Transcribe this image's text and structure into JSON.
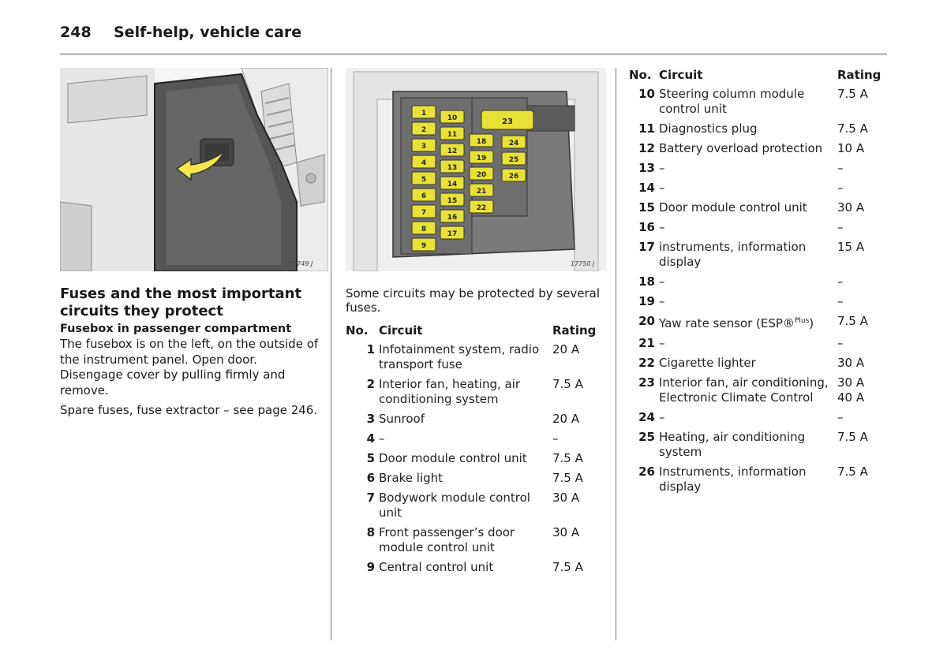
{
  "header": {
    "page_number": "248",
    "title": "Self-help, vehicle care"
  },
  "figures": {
    "fig1_code": "17749 J",
    "fig2_code": "17750 J",
    "fuse_labels": [
      "1",
      "2",
      "3",
      "4",
      "5",
      "6",
      "7",
      "8",
      "9",
      "10",
      "11",
      "12",
      "13",
      "14",
      "15",
      "16",
      "17",
      "18",
      "19",
      "20",
      "21",
      "22",
      "23",
      "24",
      "25",
      "26"
    ]
  },
  "section": {
    "title_line1": "Fuses and the most important",
    "title_line2": "circuits they protect",
    "subtitle": "Fusebox in passenger compartment",
    "body": "The fusebox is on the left, on the outside of the instrument panel. Open door. Disengage cover by pulling firmly and remove.",
    "spare": "Spare fuses, fuse extractor – see page 246."
  },
  "intro": "Some circuits may be protected by several fuses.",
  "table_headers": {
    "no": "No.",
    "circuit": "Circuit",
    "rating": "Rating"
  },
  "rows_left": [
    {
      "no": "1",
      "circuit": "Infotainment system, radio transport fuse",
      "rating": "20 A"
    },
    {
      "no": "2",
      "circuit": "Interior fan, heating, air conditioning system",
      "rating": "7.5 A"
    },
    {
      "no": "3",
      "circuit": "Sunroof",
      "rating": "20 A"
    },
    {
      "no": "4",
      "circuit": "–",
      "rating": "–"
    },
    {
      "no": "5",
      "circuit": "Door module control unit",
      "rating": "7.5 A"
    },
    {
      "no": "6",
      "circuit": "Brake light",
      "rating": "7.5 A"
    },
    {
      "no": "7",
      "circuit": "Bodywork module control unit",
      "rating": "30 A"
    },
    {
      "no": "8",
      "circuit": "Front passenger’s door module control unit",
      "rating": "30 A"
    },
    {
      "no": "9",
      "circuit": "Central control unit",
      "rating": "7.5 A"
    }
  ],
  "rows_right": [
    {
      "no": "10",
      "circuit": "Steering column module control unit",
      "rating": "7.5 A"
    },
    {
      "no": "11",
      "circuit": "Diagnostics plug",
      "rating": "7.5 A"
    },
    {
      "no": "12",
      "circuit": "Battery overload protection",
      "rating": "10 A"
    },
    {
      "no": "13",
      "circuit": "–",
      "rating": "–"
    },
    {
      "no": "14",
      "circuit": "–",
      "rating": "–"
    },
    {
      "no": "15",
      "circuit": "Door module control unit",
      "rating": "30 A"
    },
    {
      "no": "16",
      "circuit": "–",
      "rating": "–"
    },
    {
      "no": "17",
      "circuit": "instruments, information display",
      "rating": "15 A"
    },
    {
      "no": "18",
      "circuit": "–",
      "rating": "–"
    },
    {
      "no": "19",
      "circuit": "–",
      "rating": "–"
    },
    {
      "no": "20",
      "circuit": "Yaw rate sensor (ESP®",
      "circuit_sup": "Plus",
      "circuit_after": ")",
      "rating": "7.5 A"
    },
    {
      "no": "21",
      "circuit": "–",
      "rating": "–"
    },
    {
      "no": "22",
      "circuit": "Cigarette lighter",
      "rating": "30 A"
    },
    {
      "no": "23",
      "circuit": "Interior fan, air conditioning, Electronic Climate Control",
      "rating": "30 A\n40 A"
    },
    {
      "no": "24",
      "circuit": "–",
      "rating": "–"
    },
    {
      "no": "25",
      "circuit": "Heating, air conditioning system",
      "rating": "7.5 A"
    },
    {
      "no": "26",
      "circuit": "Instruments, information display",
      "rating": "7.5 A"
    }
  ],
  "colors": {
    "fuse_yellow": "#e8e236",
    "rule": "#555555"
  }
}
